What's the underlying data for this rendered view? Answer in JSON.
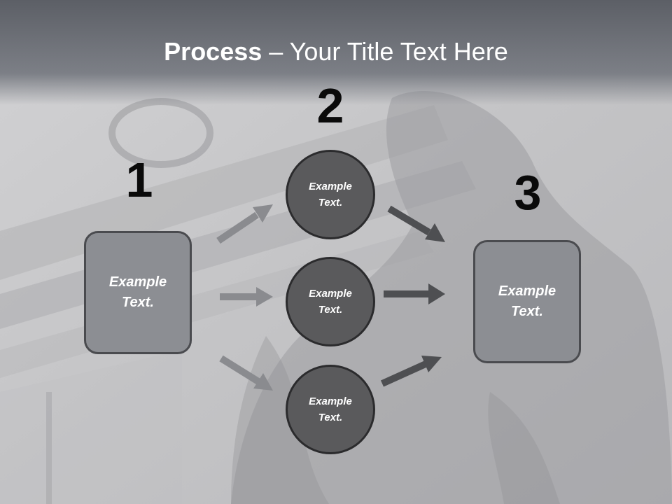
{
  "slide": {
    "title_bold": "Process",
    "title_rest": " – Your Title Text Here",
    "numbers": [
      "1",
      "2",
      "3"
    ],
    "left_box": "Example\nText.",
    "circles": [
      "Example\nText.",
      "Example\nText.",
      "Example\nText."
    ],
    "right_box": "Example\nText."
  },
  "colors": {
    "box_fill": "#8c8e93",
    "circle_fill": "#5a5a5c",
    "left_arrow": "#8a8b8f",
    "right_arrow": "#4e4f52"
  }
}
